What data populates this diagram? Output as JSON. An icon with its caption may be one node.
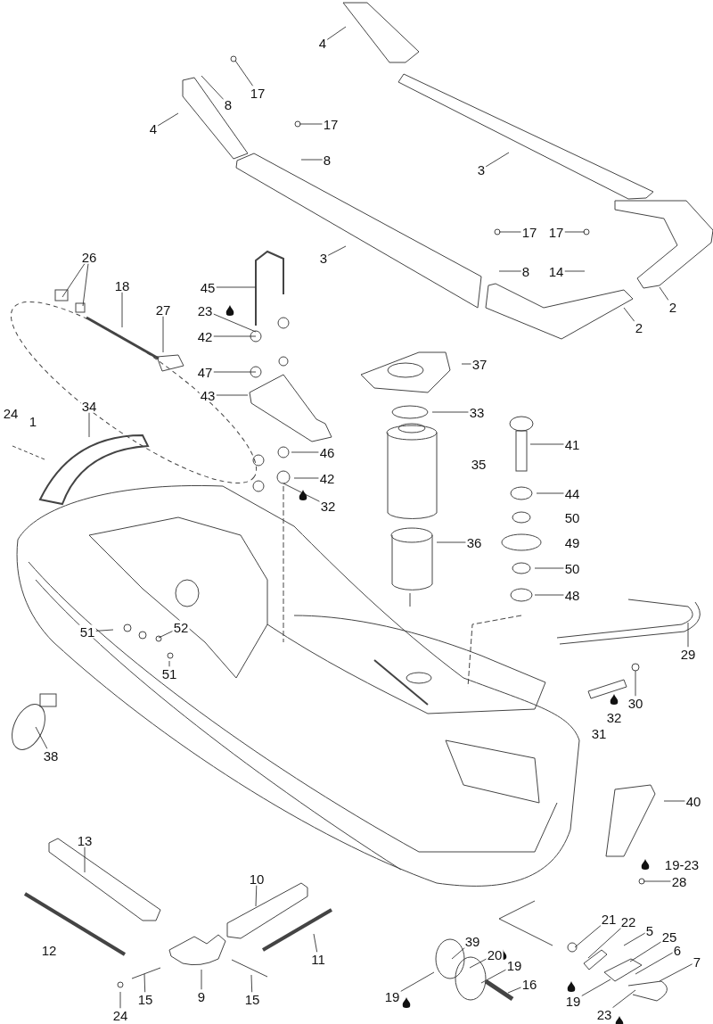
{
  "diagram": {
    "nodes": [
      {
        "text": [
          "4"
        ]
      },
      {
        "text": [
          "17"
        ]
      },
      {
        "text": [
          "8"
        ]
      },
      {
        "text": [
          "4"
        ]
      },
      {
        "text": [
          "17"
        ]
      },
      {
        "text": [
          "3"
        ]
      },
      {
        "text": [
          "8"
        ]
      },
      {
        "text": [
          "17"
        ]
      },
      {
        "text": [
          "17"
        ]
      },
      {
        "text": [
          "3"
        ]
      },
      {
        "text": [
          "26"
        ]
      },
      {
        "text": [
          "8"
        ]
      },
      {
        "text": [
          "14"
        ]
      },
      {
        "text": [
          "18"
        ]
      },
      {
        "text": [
          "45"
        ]
      },
      {
        "text": [
          "2"
        ]
      },
      {
        "text": [
          "27"
        ]
      },
      {
        "text": [
          "23"
        ]
      },
      {
        "text": [
          "2"
        ]
      },
      {
        "text": [
          "42"
        ]
      },
      {
        "text": [
          "37"
        ]
      },
      {
        "text": [
          "47"
        ]
      },
      {
        "text": [
          "43"
        ]
      },
      {
        "text": [
          "34"
        ]
      },
      {
        "text": [
          "33"
        ]
      },
      {
        "text": [
          "41"
        ]
      },
      {
        "text": [
          "46"
        ]
      },
      {
        "text": [
          "42"
        ]
      },
      {
        "text": [
          "44"
        ]
      },
      {
        "text": [
          "32"
        ]
      },
      {
        "text": [
          "36"
        ]
      },
      {
        "text": [
          "50"
        ]
      },
      {
        "text": [
          "48"
        ]
      },
      {
        "text": [
          "52"
        ]
      },
      {
        "text": [
          "51"
        ]
      },
      {
        "text": [
          "29"
        ]
      },
      {
        "text": [
          "51"
        ]
      },
      {
        "text": [
          "30"
        ]
      },
      {
        "text": [
          "38"
        ]
      },
      {
        "text": [
          "40"
        ]
      },
      {
        "text": [
          "13"
        ]
      },
      {
        "text": [
          "28"
        ]
      },
      {
        "text": [
          "10"
        ]
      },
      {
        "text": [
          "21"
        ]
      },
      {
        "text": [
          "22"
        ]
      },
      {
        "text": [
          "5"
        ]
      },
      {
        "text": [
          "25"
        ]
      },
      {
        "text": [
          "39"
        ]
      },
      {
        "text": [
          "6"
        ]
      },
      {
        "text": [
          "20"
        ]
      },
      {
        "text": [
          "11"
        ]
      },
      {
        "text": [
          "7"
        ]
      },
      {
        "text": [
          "19"
        ]
      },
      {
        "text": [
          "16"
        ]
      },
      {
        "text": [
          "9"
        ]
      },
      {
        "text": [
          "19"
        ]
      },
      {
        "text": [
          "15"
        ]
      },
      {
        "text": [
          "15"
        ]
      },
      {
        "text": [
          "19"
        ]
      },
      {
        "text": [
          "23"
        ]
      },
      {
        "text": [
          "24"
        ]
      }
    ],
    "edges": [
      {
        "from": 0,
        "to": null,
        "arrow": "none"
      },
      {
        "from": 1,
        "to": null,
        "arrow": "none"
      },
      {
        "from": 2,
        "to": null,
        "arrow": "none"
      },
      {
        "from": 3,
        "to": null,
        "arrow": "none"
      },
      {
        "from": 4,
        "to": null,
        "arrow": "none"
      },
      {
        "from": 5,
        "to": null,
        "arrow": "none"
      },
      {
        "from": 6,
        "to": null,
        "arrow": "none"
      },
      {
        "from": 7,
        "to": null,
        "arrow": "none"
      },
      {
        "from": 8,
        "to": null,
        "arrow": "none"
      },
      {
        "from": 9,
        "to": null,
        "arrow": "none"
      },
      {
        "from": 10,
        "to": null,
        "arrow": "none"
      },
      {
        "from": 10,
        "to": null,
        "arrow": "none"
      },
      {
        "from": 11,
        "to": null,
        "arrow": "none"
      },
      {
        "from": 12,
        "to": null,
        "arrow": "none"
      },
      {
        "from": 13,
        "to": null,
        "arrow": "none"
      },
      {
        "from": 14,
        "to": null,
        "arrow": "none"
      },
      {
        "from": 15,
        "to": null,
        "arrow": "none"
      },
      {
        "from": 16,
        "to": null,
        "arrow": "none"
      },
      {
        "from": 17,
        "to": null,
        "arrow": "none"
      },
      {
        "from": 18,
        "to": null,
        "arrow": "none"
      },
      {
        "from": 19,
        "to": null,
        "arrow": "none"
      },
      {
        "from": 20,
        "to": null,
        "arrow": "none"
      },
      {
        "from": 21,
        "to": null,
        "arrow": "none"
      },
      {
        "from": 22,
        "to": null,
        "arrow": "none"
      },
      {
        "from": 23,
        "to": null,
        "arrow": "none"
      },
      {
        "from": 24,
        "to": null,
        "arrow": "none"
      },
      {
        "from": 25,
        "to": null,
        "arrow": "none"
      },
      {
        "from": 26,
        "to": null,
        "arrow": "none"
      },
      {
        "from": 27,
        "to": null,
        "arrow": "none"
      },
      {
        "from": 28,
        "to": null,
        "arrow": "none"
      },
      {
        "from": 29,
        "to": null,
        "arrow": "none"
      },
      {
        "from": 30,
        "to": null,
        "arrow": "none"
      },
      {
        "from": 31,
        "to": null,
        "arrow": "none"
      },
      {
        "from": 32,
        "to": null,
        "arrow": "none"
      },
      {
        "from": 33,
        "to": null,
        "arrow": "none"
      },
      {
        "from": 34,
        "to": null,
        "arrow": "none"
      },
      {
        "from": 35,
        "to": null,
        "arrow": "none"
      },
      {
        "from": 36,
        "to": null,
        "arrow": "none"
      },
      {
        "from": 37,
        "to": null,
        "arrow": "none"
      },
      {
        "from": 38,
        "to": null,
        "arrow": "none"
      },
      {
        "from": 39,
        "to": null,
        "arrow": "none"
      },
      {
        "from": 40,
        "to": null,
        "arrow": "none"
      },
      {
        "from": 41,
        "to": null,
        "arrow": "none"
      },
      {
        "from": 42,
        "to": null,
        "arrow": "none"
      },
      {
        "from": 43,
        "to": null,
        "arrow": "none"
      },
      {
        "from": 44,
        "to": null,
        "arrow": "none"
      },
      {
        "from": 45,
        "to": null,
        "arrow": "none"
      },
      {
        "from": 46,
        "to": null,
        "arrow": "none"
      },
      {
        "from": 47,
        "to": null,
        "arrow": "none"
      },
      {
        "from": 48,
        "to": null,
        "arrow": "none"
      },
      {
        "from": 49,
        "to": null,
        "arrow": "none"
      },
      {
        "from": 50,
        "to": null,
        "arrow": "none"
      },
      {
        "from": 51,
        "to": null,
        "arrow": "none"
      },
      {
        "from": 52,
        "to": null,
        "arrow": "none"
      },
      {
        "from": 53,
        "to": null,
        "arrow": "none"
      },
      {
        "from": 54,
        "to": null,
        "arrow": "none"
      },
      {
        "from": 55,
        "to": null,
        "arrow": "none"
      },
      {
        "from": 56,
        "to": null,
        "arrow": "none"
      },
      {
        "from": 57,
        "to": null,
        "arrow": "none"
      },
      {
        "from": 58,
        "to": null,
        "arrow": "none"
      },
      {
        "from": 59,
        "to": null,
        "arrow": "none"
      },
      {
        "from": 60,
        "to": null,
        "arrow": "none"
      }
    ],
    "labels": [
      "24",
      "1",
      "35",
      "50",
      "49",
      "32",
      "31",
      "19-23",
      "12"
    ]
  }
}
